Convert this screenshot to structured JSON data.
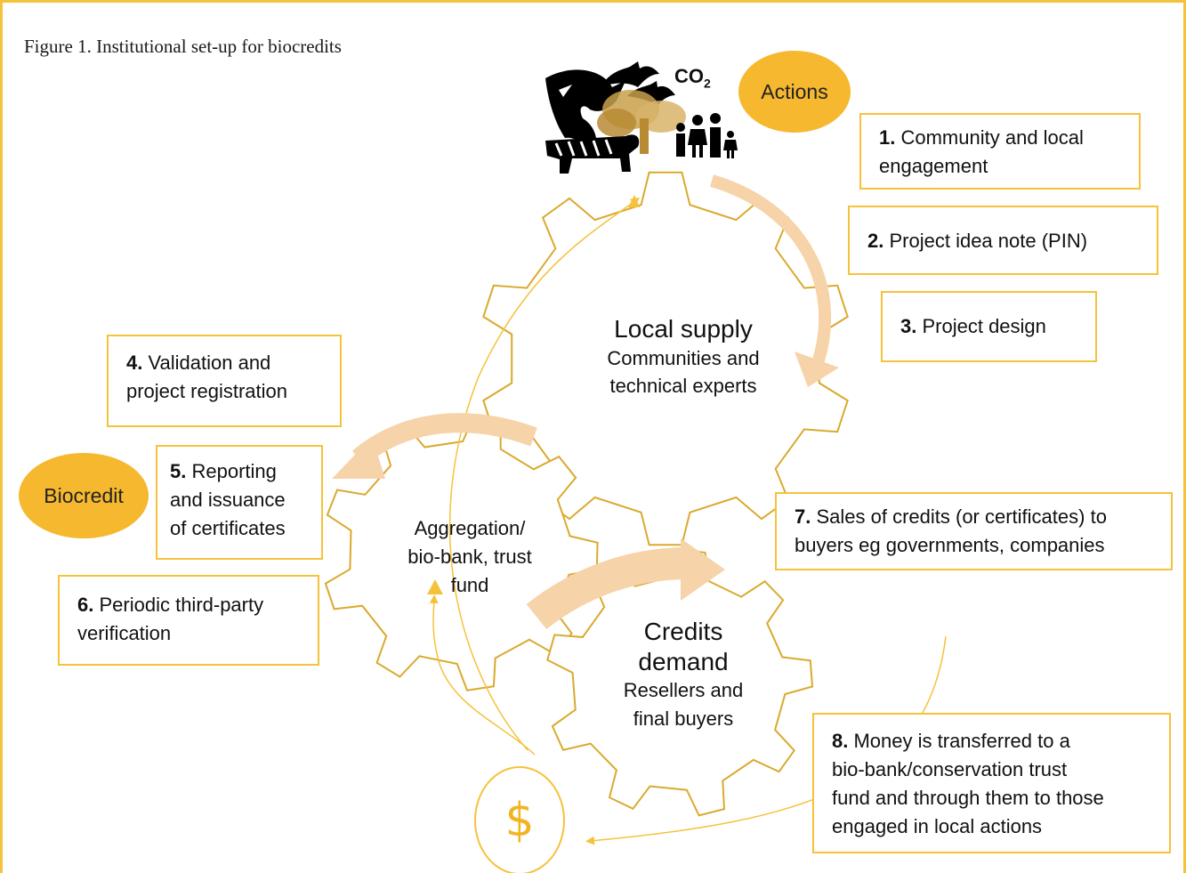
{
  "figure": {
    "title": "Figure 1. Institutional set-up for biocredits"
  },
  "labels": {
    "co2": "CO",
    "co2_sub": "2",
    "actions": "Actions",
    "biocredit": "Biocredit",
    "dollar": "$"
  },
  "gears": {
    "local_supply": {
      "title": "Local supply",
      "subtitle_line1": "Communities and",
      "subtitle_line2": "technical experts"
    },
    "aggregation": {
      "line1": "Aggregation/",
      "line2": "bio-bank, trust",
      "line3": "fund"
    },
    "credits_demand": {
      "title_line1": "Credits",
      "title_line2": "demand",
      "subtitle_line1": "Resellers and",
      "subtitle_line2": "final buyers"
    }
  },
  "steps": [
    {
      "num": "1.",
      "line1": "Community and local",
      "line2": "engagement"
    },
    {
      "num": "2.",
      "line1": "Project idea note (PIN)"
    },
    {
      "num": "3.",
      "line1": "Project design"
    },
    {
      "num": "4.",
      "line1": "Validation and",
      "line2": "project registration"
    },
    {
      "num": "5.",
      "line1": "Reporting",
      "line2": "and issuance",
      "line3": "of certificates"
    },
    {
      "num": "6.",
      "line1": "Periodic third-party",
      "line2": "verification"
    },
    {
      "num": "7.",
      "line1": "Sales of credits (or certificates) to",
      "line2": "buyers eg governments, companies"
    },
    {
      "num": "8.",
      "line1": "Money is transferred to a",
      "line2": "bio-bank/conservation trust",
      "line3": "fund and through them to those",
      "line4": "engaged in local actions"
    }
  ],
  "colors": {
    "accent": "#f5c23b",
    "oval": "#f5b82e",
    "flow_arrow": "#f6d3a8",
    "gold_tree": "#c9a04a"
  },
  "icons": [
    "shark-icon",
    "bat-icon",
    "tree-icon",
    "tiger-icon",
    "family-icon",
    "dollar-icon"
  ]
}
